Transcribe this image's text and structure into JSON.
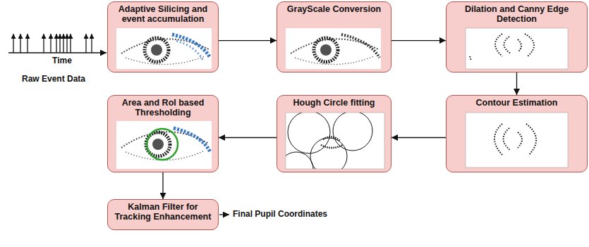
{
  "diagram": {
    "nodes": [
      {
        "text": [
          "Adaptive Silicing and event accumulation"
        ]
      },
      {
        "text": [
          "GrayScale Conversion"
        ]
      },
      {
        "text": [
          "Dilation and Canny Edge Detection"
        ]
      },
      {
        "text": [
          "Contour Estimation"
        ]
      },
      {
        "text": [
          "Hough Circle fitting"
        ]
      },
      {
        "text": [
          "Area and RoI based Thresholding"
        ]
      },
      {
        "text": [
          "Kalman Filter for Tracking Enhancement"
        ]
      }
    ],
    "edges": [
      {
        "from": 0,
        "to": 1,
        "arrow": "to"
      },
      {
        "from": 1,
        "to": 2,
        "arrow": "to"
      },
      {
        "from": 2,
        "to": 3,
        "arrow": "to"
      },
      {
        "from": 3,
        "to": 4,
        "arrow": "to"
      },
      {
        "from": 4,
        "to": 5,
        "arrow": "to"
      },
      {
        "from": 5,
        "to": 6,
        "arrow": "to"
      }
    ],
    "labels": [
      "Time",
      "Raw Event Data",
      "Final Pupil Coordinates"
    ]
  }
}
